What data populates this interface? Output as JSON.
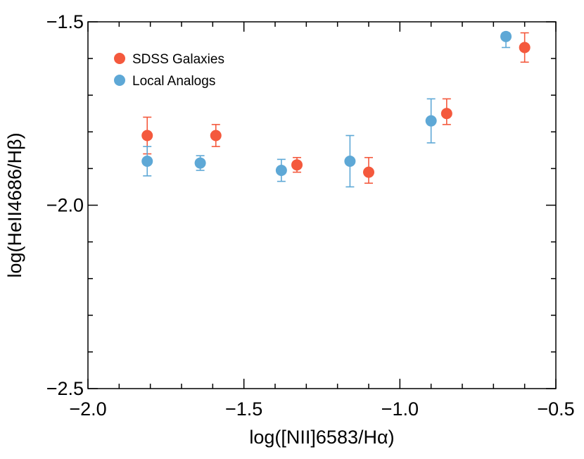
{
  "chart_data": {
    "type": "scatter",
    "xlabel": "log([NII]6583/Hα)",
    "ylabel": "log(HeII4686/Hβ)",
    "xlim": [
      -2.0,
      -0.5
    ],
    "ylim": [
      -2.5,
      -1.5
    ],
    "xticks": [
      -2.0,
      -1.5,
      -1.0,
      -0.5
    ],
    "xtick_labels": [
      "−2.0",
      "−1.5",
      "−1.0",
      "−0.5"
    ],
    "yticks": [
      -2.5,
      -2.0,
      -1.5
    ],
    "ytick_labels": [
      "−2.5",
      "−2.0",
      "−1.5"
    ],
    "x_minor_step": 0.1,
    "y_minor_step": 0.1,
    "grid": false,
    "legend_position": "top-left",
    "series": [
      {
        "name": "SDSS Galaxies",
        "color": "#f4593d",
        "points": [
          {
            "x": -1.81,
            "y": -1.81,
            "err_low": 0.05,
            "err_high": 0.05
          },
          {
            "x": -1.59,
            "y": -1.81,
            "err_low": 0.03,
            "err_high": 0.03
          },
          {
            "x": -1.33,
            "y": -1.89,
            "err_low": 0.02,
            "err_high": 0.02
          },
          {
            "x": -1.1,
            "y": -1.91,
            "err_low": 0.03,
            "err_high": 0.04
          },
          {
            "x": -0.85,
            "y": -1.75,
            "err_low": 0.03,
            "err_high": 0.04
          },
          {
            "x": -0.6,
            "y": -1.57,
            "err_low": 0.04,
            "err_high": 0.04
          }
        ]
      },
      {
        "name": "Local Analogs",
        "color": "#5ea8d6",
        "points": [
          {
            "x": -1.81,
            "y": -1.88,
            "err_low": 0.04,
            "err_high": 0.04
          },
          {
            "x": -1.64,
            "y": -1.885,
            "err_low": 0.02,
            "err_high": 0.02
          },
          {
            "x": -1.38,
            "y": -1.905,
            "err_low": 0.03,
            "err_high": 0.03
          },
          {
            "x": -1.16,
            "y": -1.88,
            "err_low": 0.07,
            "err_high": 0.07
          },
          {
            "x": -0.9,
            "y": -1.77,
            "err_low": 0.06,
            "err_high": 0.06
          },
          {
            "x": -0.66,
            "y": -1.54,
            "err_low": 0.03,
            "err_high": 0.01
          }
        ]
      }
    ]
  }
}
